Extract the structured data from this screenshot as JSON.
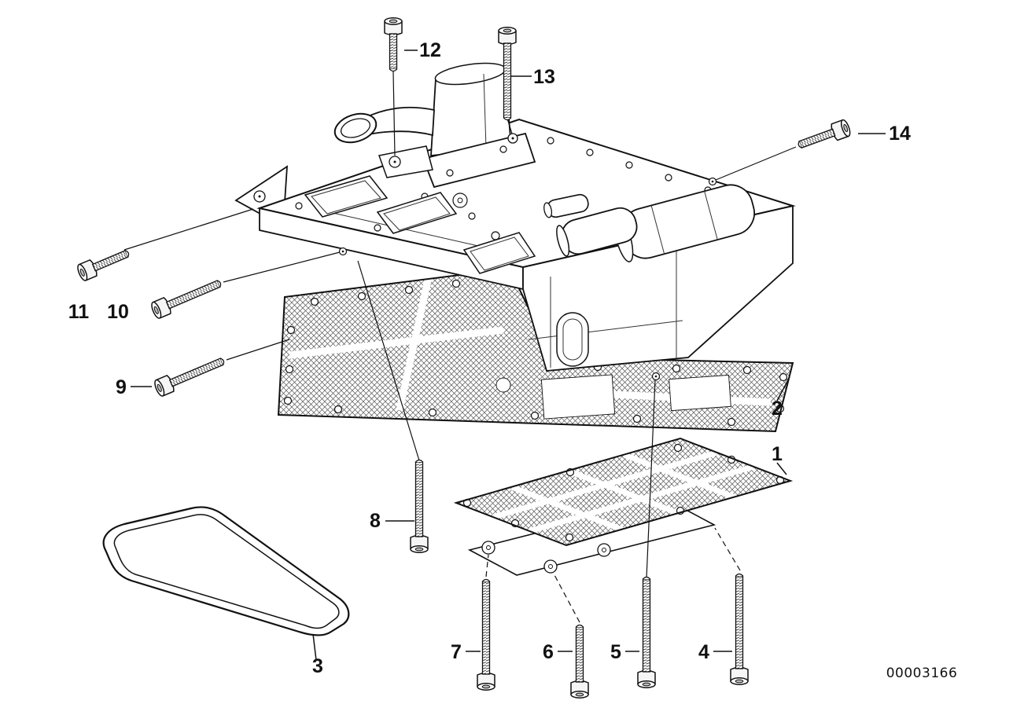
{
  "page": {
    "background": "#ffffff"
  },
  "diagram": {
    "doc_number": "00003166",
    "line_color": "#111111",
    "parts": [
      {
        "ref": "1"
      },
      {
        "ref": "2"
      },
      {
        "ref": "3"
      },
      {
        "ref": "4"
      },
      {
        "ref": "5"
      },
      {
        "ref": "6"
      },
      {
        "ref": "7"
      },
      {
        "ref": "8"
      },
      {
        "ref": "9"
      },
      {
        "ref": "10"
      },
      {
        "ref": "11"
      },
      {
        "ref": "12"
      },
      {
        "ref": "13"
      },
      {
        "ref": "14"
      }
    ]
  }
}
